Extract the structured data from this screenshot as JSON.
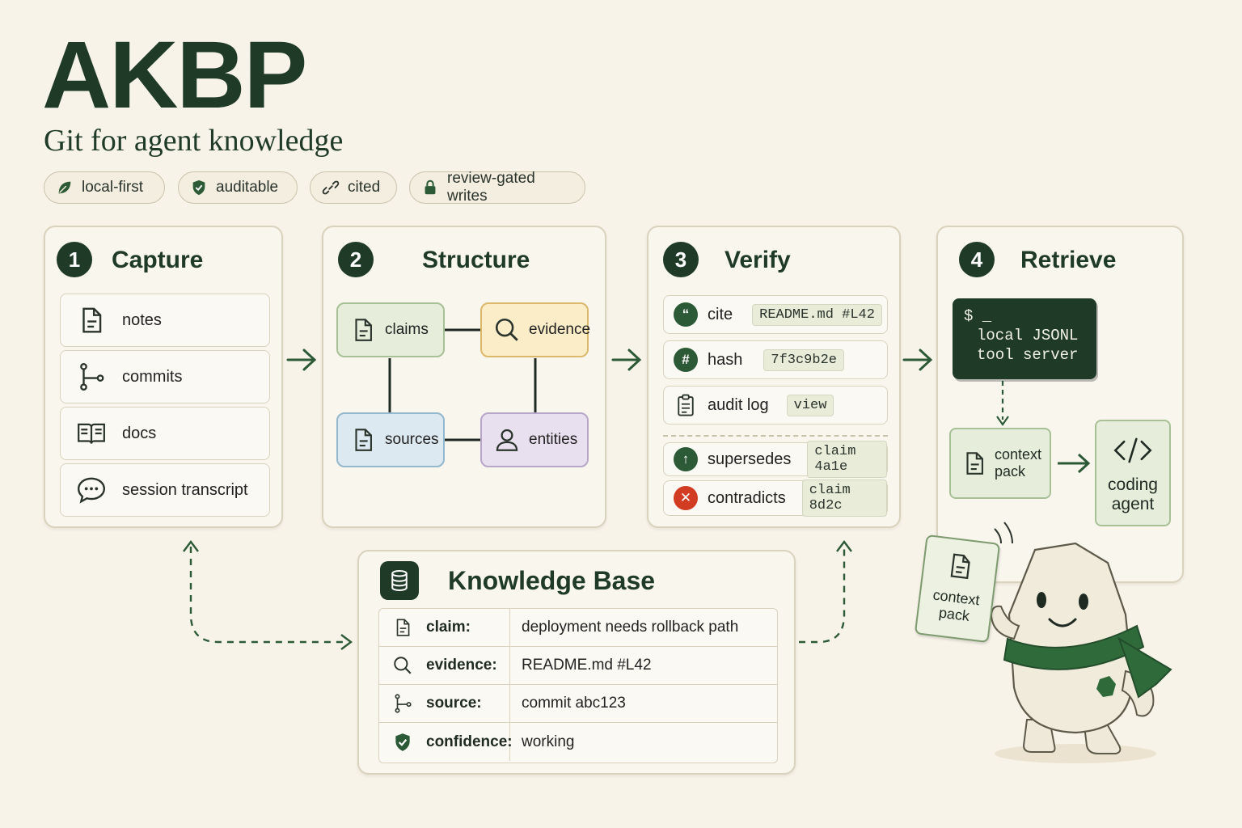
{
  "header": {
    "title": "AKBP",
    "subtitle": "Git for agent knowledge",
    "pills": [
      {
        "label": "local-first",
        "icon": "leaf-icon"
      },
      {
        "label": "auditable",
        "icon": "shield-check-icon"
      },
      {
        "label": "cited",
        "icon": "link-icon"
      },
      {
        "label": "review-gated writes",
        "icon": "lock-icon"
      }
    ]
  },
  "capture": {
    "num": "1",
    "title": "Capture",
    "items": [
      {
        "label": "notes",
        "icon": "document-icon"
      },
      {
        "label": "commits",
        "icon": "git-branch-icon"
      },
      {
        "label": "docs",
        "icon": "book-icon"
      },
      {
        "label": "session transcript",
        "icon": "chat-bubble-icon"
      }
    ]
  },
  "structure": {
    "num": "2",
    "title": "Structure",
    "nodes": {
      "claims": "claims",
      "evidence": "evidence",
      "sources": "sources",
      "entities": "entities"
    }
  },
  "verify": {
    "num": "3",
    "title": "Verify",
    "rows": [
      {
        "label": "cite",
        "tag": "README.md #L42",
        "icon": "quote-icon",
        "symbol": "“"
      },
      {
        "label": "hash",
        "tag": "7f3c9b2e",
        "icon": "hash-icon",
        "symbol": "#"
      },
      {
        "label": "audit log",
        "tag": "view",
        "icon": "clipboard-icon"
      },
      {
        "label": "supersedes",
        "tag": "claim 4a1e",
        "icon": "arrow-up-icon",
        "symbol": "↑"
      },
      {
        "label": "contradicts",
        "tag": "claim 8d2c",
        "icon": "x-circle-icon",
        "symbol": "✕"
      }
    ]
  },
  "retrieve": {
    "num": "4",
    "title": "Retrieve",
    "terminal": {
      "prompt": "$ _",
      "line1": "local JSONL",
      "line2": "tool server"
    },
    "context_pack": {
      "line1": "context",
      "line2": "pack"
    },
    "coding_agent": {
      "line1": "coding",
      "line2": "agent"
    }
  },
  "mascot_card": {
    "line1": "context",
    "line2": "pack"
  },
  "knowledge_base": {
    "title": "Knowledge Base",
    "rows": [
      {
        "key": "claim:",
        "value": "deployment needs rollback path",
        "icon": "document-icon"
      },
      {
        "key": "evidence:",
        "value": "README.md #L42",
        "icon": "search-icon"
      },
      {
        "key": "source:",
        "value": "commit abc123",
        "icon": "git-branch-icon"
      },
      {
        "key": "confidence:",
        "value": "working",
        "icon": "shield-check-icon"
      }
    ]
  },
  "colors": {
    "accent": "#1f3b28",
    "claims": "#e6eedb",
    "evidence": "#fbedc8",
    "sources": "#dde9f0",
    "entities": "#e8e0ef",
    "contradicts": "#d23c22"
  }
}
